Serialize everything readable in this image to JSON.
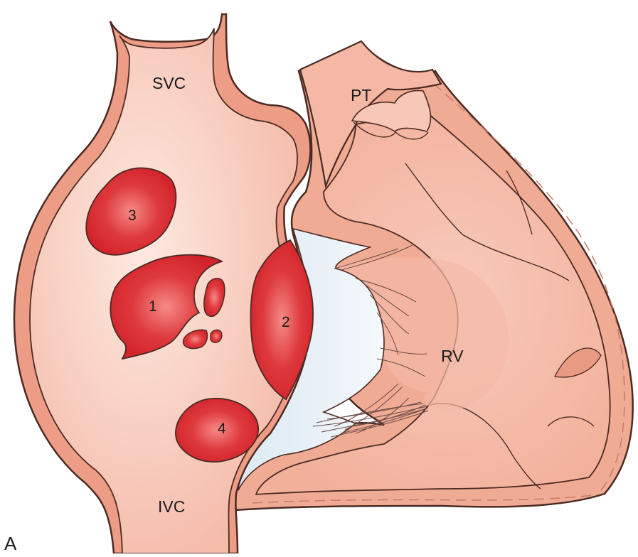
{
  "labels": {
    "svc": "SVC",
    "ivc": "IVC",
    "pt": "PT",
    "rv": "RV",
    "panel": "A"
  },
  "defects": [
    {
      "number": "1"
    },
    {
      "number": "2"
    },
    {
      "number": "3"
    },
    {
      "number": "4"
    }
  ],
  "colors": {
    "tissue": "#f4b8a4",
    "tissue_light": "#f9d2c4",
    "wall": "#e99a82",
    "outline": "#4a2a22",
    "defect": "#d7262e",
    "defect_highlight": "#f58a86",
    "valve_leaflet": "#e3eef6"
  }
}
